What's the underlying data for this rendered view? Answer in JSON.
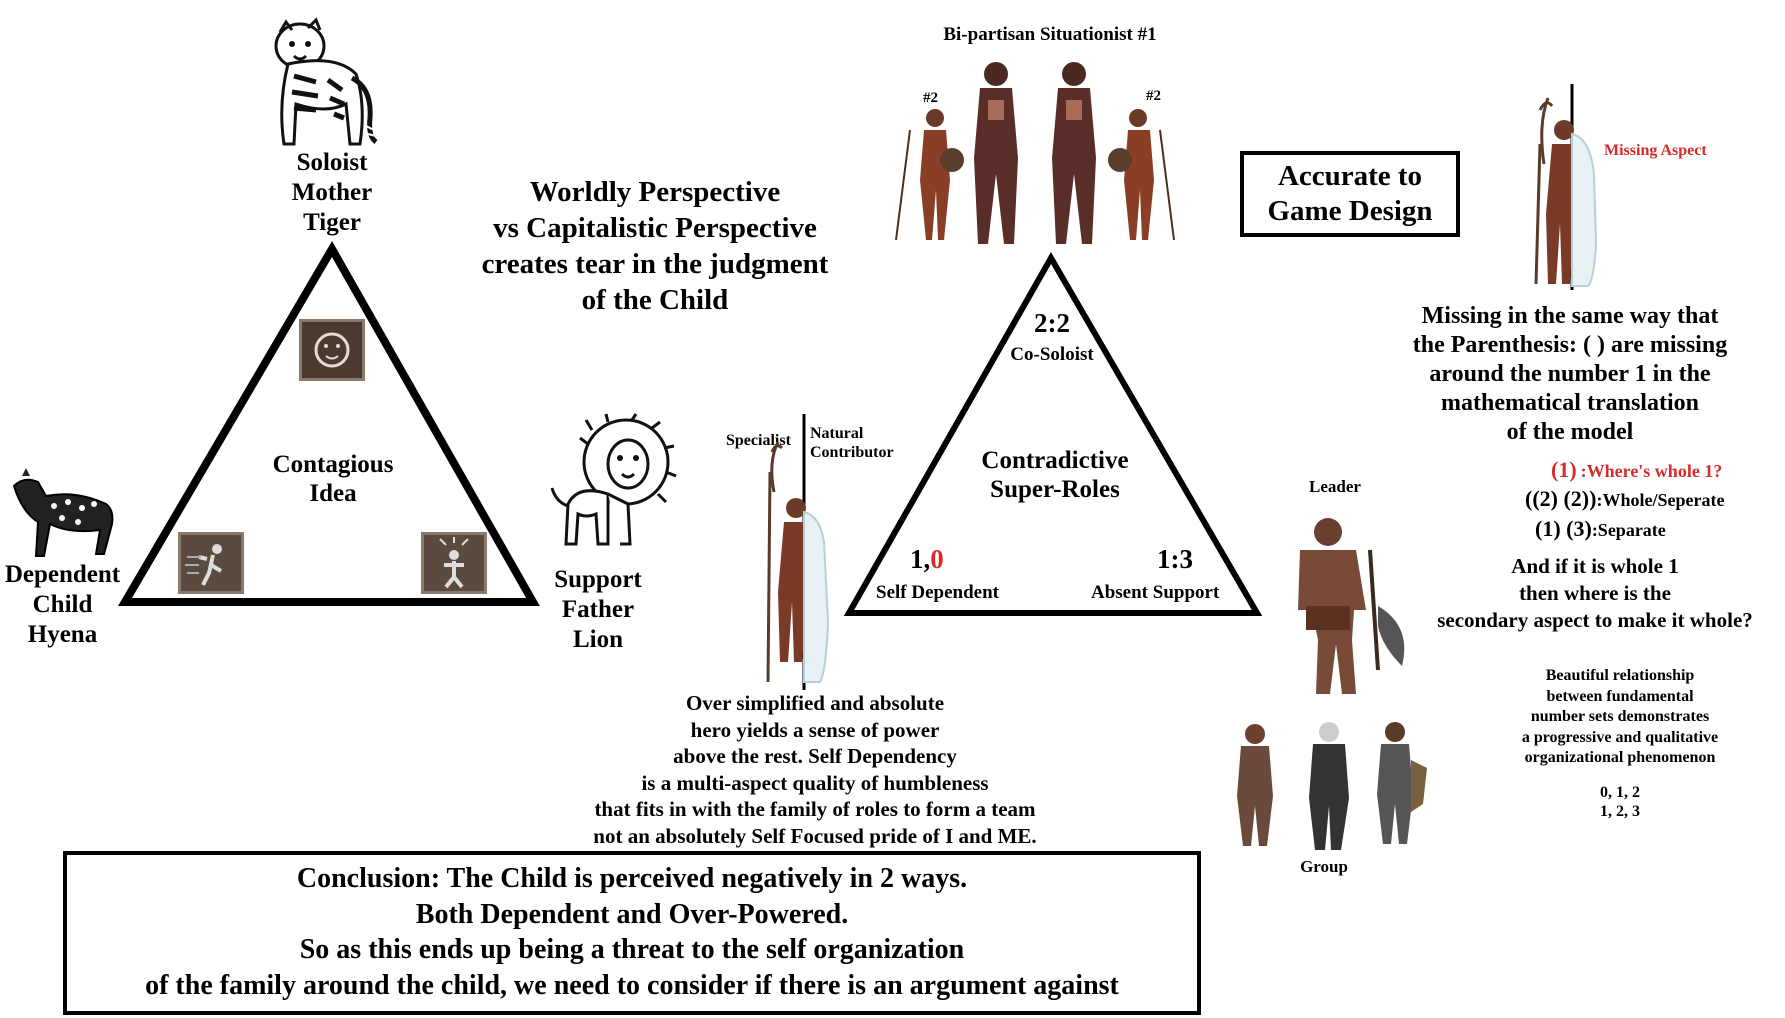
{
  "colors": {
    "accent_red": "#d62b2b",
    "ink": "#000000",
    "icon_frame": "#5a4a3e",
    "tiger_stripe": "#111111"
  },
  "left_triangle": {
    "top_label": [
      "Soloist",
      "Mother",
      "Tiger"
    ],
    "left_label": [
      "Dependent",
      "Child",
      "Hyena"
    ],
    "right_label": [
      "Support",
      "Father",
      "Lion"
    ],
    "center": [
      "Contagious",
      "Idea"
    ],
    "icons": [
      "lion-crest-icon",
      "dash-figure-icon",
      "shout-figure-icon"
    ]
  },
  "perspective_text": [
    "Worldly Perspective",
    "vs Capitalistic Perspective",
    "creates tear in the judgment",
    "of the Child"
  ],
  "top_title": "Bi-partisan Situationist #1",
  "top_num_left": "#2",
  "top_num_right": "#2",
  "specialist": {
    "left": "Specialist",
    "right": [
      "Natural",
      "Contributor"
    ]
  },
  "right_triangle": {
    "top_ratio": "2:2",
    "top_label": "Co-Soloist",
    "center": [
      "Contradictive",
      "Super-Roles"
    ],
    "left_ratio_1": "1,",
    "left_ratio_0": "0",
    "left_label": "Self Dependent",
    "right_ratio": "1:3",
    "right_label": "Absent Support"
  },
  "accurate_box": [
    "Accurate to",
    "Game Design"
  ],
  "missing_aspect": "Missing Aspect",
  "missing_text": [
    "Missing in the same way that",
    "the Parenthesis: ( ) are missing",
    "around the number 1 in the",
    "mathematical translation",
    "of the model"
  ],
  "math": {
    "row1_val": "(1)",
    "row1_label": ":Where's whole 1?",
    "row2_val": "((2) (2))",
    "row2_label": ":Whole/Seperate",
    "row3_val": "(1) (3)",
    "row3_label": ":Separate"
  },
  "whole_question": [
    "And if it is whole 1",
    "then where is the",
    "secondary aspect to make it whole?"
  ],
  "beautiful": [
    "Beautiful relationship",
    "between fundamental",
    "number sets demonstrates",
    "a progressive and qualitative",
    "organizational phenomenon"
  ],
  "number_sets": [
    "0, 1, 2",
    "1, 2, 3"
  ],
  "leader_label": "Leader",
  "group_label": "Group",
  "hero_text": [
    "Over simplified and absolute",
    "hero yields a sense of power",
    "above the rest. Self Dependency",
    "is a multi-aspect quality of humbleness",
    "that fits in with the family of roles to form a team",
    "not an absolutely Self Focused pride of I and ME."
  ],
  "conclusion": [
    "Conclusion: The Child is perceived negatively in 2 ways.",
    "Both Dependent and Over-Powered.",
    "So as this ends up being a threat to the self organization",
    "of the family around the child, we need to consider if there is an argument against"
  ]
}
